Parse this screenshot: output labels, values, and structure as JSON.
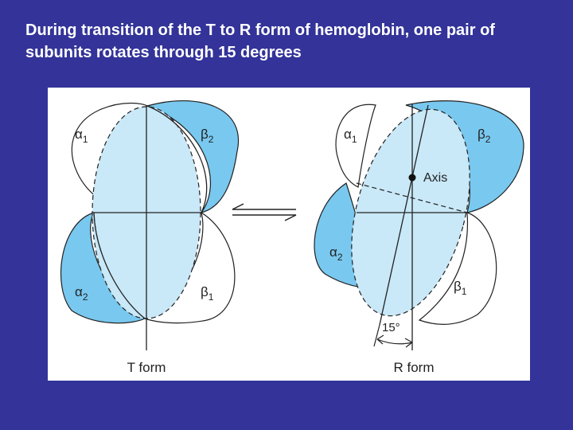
{
  "title": "During transition of the T to R form of hemoglobin, one pair of subunits rotates through 15 degrees",
  "figure": {
    "t_form": {
      "caption": "T form",
      "subunits": {
        "a1": {
          "greek": "α",
          "sub": "1"
        },
        "b2": {
          "greek": "β",
          "sub": "2"
        },
        "a2": {
          "greek": "α",
          "sub": "2"
        },
        "b1": {
          "greek": "β",
          "sub": "1"
        }
      }
    },
    "r_form": {
      "caption": "R form",
      "axis_label": "Axis",
      "angle_label": "15°",
      "subunits": {
        "a1": {
          "greek": "α",
          "sub": "1"
        },
        "b2": {
          "greek": "β",
          "sub": "2"
        },
        "a2": {
          "greek": "α",
          "sub": "2"
        },
        "b1": {
          "greek": "β",
          "sub": "1"
        }
      }
    },
    "colors": {
      "background": "#333399",
      "dark_fill": "#79c8ef",
      "light_fill": "#c9e8f8",
      "outline": "#222222"
    }
  }
}
